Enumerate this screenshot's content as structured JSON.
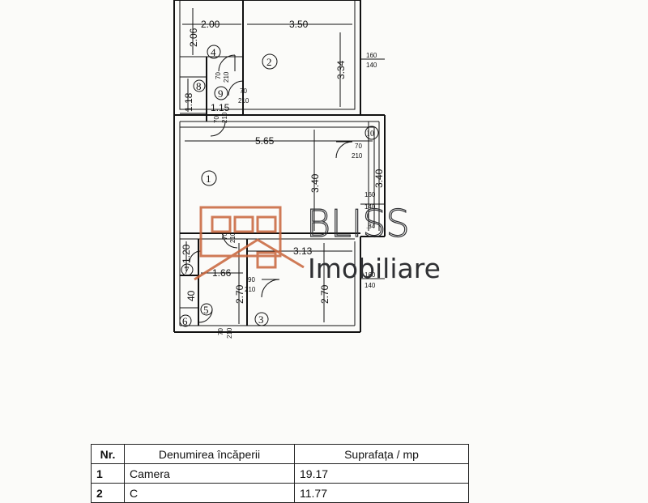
{
  "plan": {
    "dimensions": {
      "d_200": "2.00",
      "d_350": "3.50",
      "d_206": "2.06",
      "d_334": "3.34",
      "d_118": "1.18",
      "d_115": "1.15",
      "d_565": "5.65",
      "d_340a": "3.40",
      "d_340b": "3.40",
      "d_313": "3.13",
      "d_120": "1.20",
      "d_166": "1.66",
      "d_270a": "2.70",
      "d_270b": "2.70",
      "d_40": "40"
    },
    "openings": {
      "w1_top": "160",
      "w1_bot": "140",
      "w2_top": "160",
      "w2_bot": "140",
      "w3_top": "160",
      "w3_bot": "140",
      "dr_a_top": "70",
      "dr_a_bot": "210",
      "dr_b_top": "70",
      "dr_b_bot": "210",
      "dr_c_top": "70",
      "dr_c_bot": "210",
      "dr_d_top": "70",
      "dr_d_bot": "210",
      "dr_e_top": "90",
      "dr_e_bot": "210",
      "dr_f_top": "70",
      "dr_f_bot": "210",
      "dr_g_top": "70",
      "dr_g_bot": "210",
      "partial_084": ".84"
    },
    "rooms": [
      "1",
      "2",
      "3",
      "4",
      "5",
      "6",
      "7",
      "8",
      "9",
      "10"
    ]
  },
  "watermark": {
    "brand": "BLISS",
    "tagline": "Imobiliare",
    "brand_color": "#c8643a",
    "text_color": "#2f3033"
  },
  "table": {
    "headers": {
      "nr": "Nr.",
      "name": "Denumirea încăperii",
      "area": "Suprafața / mp"
    },
    "rows": [
      {
        "nr": "1",
        "name": "Camera",
        "area": "19.17"
      },
      {
        "nr": "2",
        "name": "C",
        "area": "11.77"
      }
    ]
  }
}
